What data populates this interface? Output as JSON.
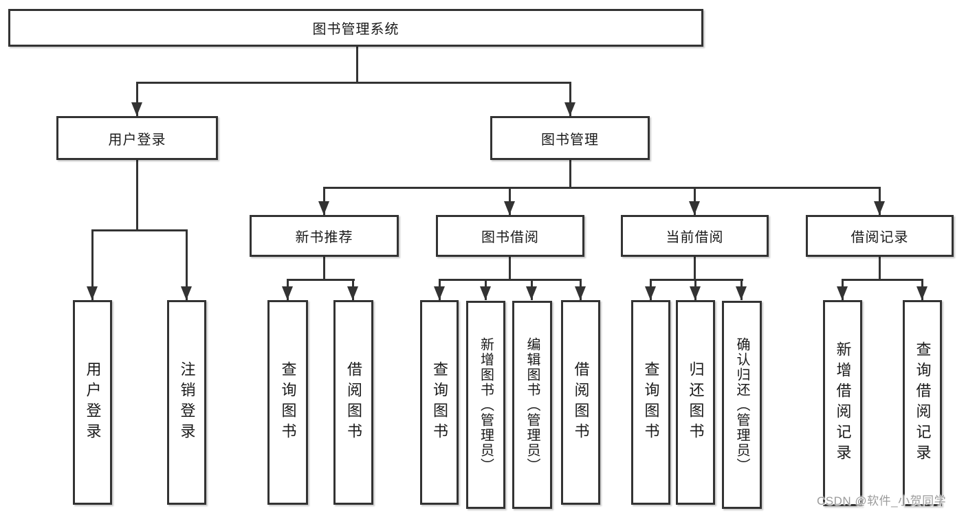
{
  "title": "图书管理系统",
  "watermark": "CSDN @软件_小贺同学",
  "colors": {
    "line": "#333333",
    "text": "#1a1a1a",
    "watermark": "#9b9b9b",
    "background": "#ffffff"
  },
  "nodes": {
    "root": {
      "label": "图书管理系统"
    },
    "user_login": {
      "label": "用户登录"
    },
    "book_mgmt": {
      "label": "图书管理"
    },
    "new_book": {
      "label": "新书推荐"
    },
    "book_borrow": {
      "label": "图书借阅"
    },
    "current_borrow": {
      "label": "当前借阅"
    },
    "borrow_record": {
      "label": "借阅记录"
    },
    "leaf_user_login": {
      "label": "用户登录"
    },
    "leaf_logout": {
      "label": "注销登录"
    },
    "leaf_nb_query": {
      "label": "查询图书"
    },
    "leaf_nb_borrow": {
      "label": "借阅图书"
    },
    "leaf_bb_query": {
      "label": "查询图书"
    },
    "leaf_bb_add": {
      "label": "新增图书（管理员）"
    },
    "leaf_bb_edit": {
      "label": "编辑图书（管理员）"
    },
    "leaf_bb_borrow": {
      "label": "借阅图书"
    },
    "leaf_cb_query": {
      "label": "查询图书"
    },
    "leaf_cb_return": {
      "label": "归还图书"
    },
    "leaf_cb_confirm": {
      "label": "确认归还（管理员）"
    },
    "leaf_br_add": {
      "label": "新增借阅记录"
    },
    "leaf_br_query": {
      "label": "查询借阅记录"
    }
  },
  "hierarchy": {
    "root": "图书管理系统",
    "children": [
      {
        "label": "用户登录",
        "children": [
          "用户登录",
          "注销登录"
        ]
      },
      {
        "label": "图书管理",
        "children": [
          {
            "label": "新书推荐",
            "children": [
              "查询图书",
              "借阅图书"
            ]
          },
          {
            "label": "图书借阅",
            "children": [
              "查询图书",
              "新增图书（管理员）",
              "编辑图书（管理员）",
              "借阅图书"
            ]
          },
          {
            "label": "当前借阅",
            "children": [
              "查询图书",
              "归还图书",
              "确认归还（管理员）"
            ]
          },
          {
            "label": "借阅记录",
            "children": [
              "新增借阅记录",
              "查询借阅记录"
            ]
          }
        ]
      }
    ]
  }
}
